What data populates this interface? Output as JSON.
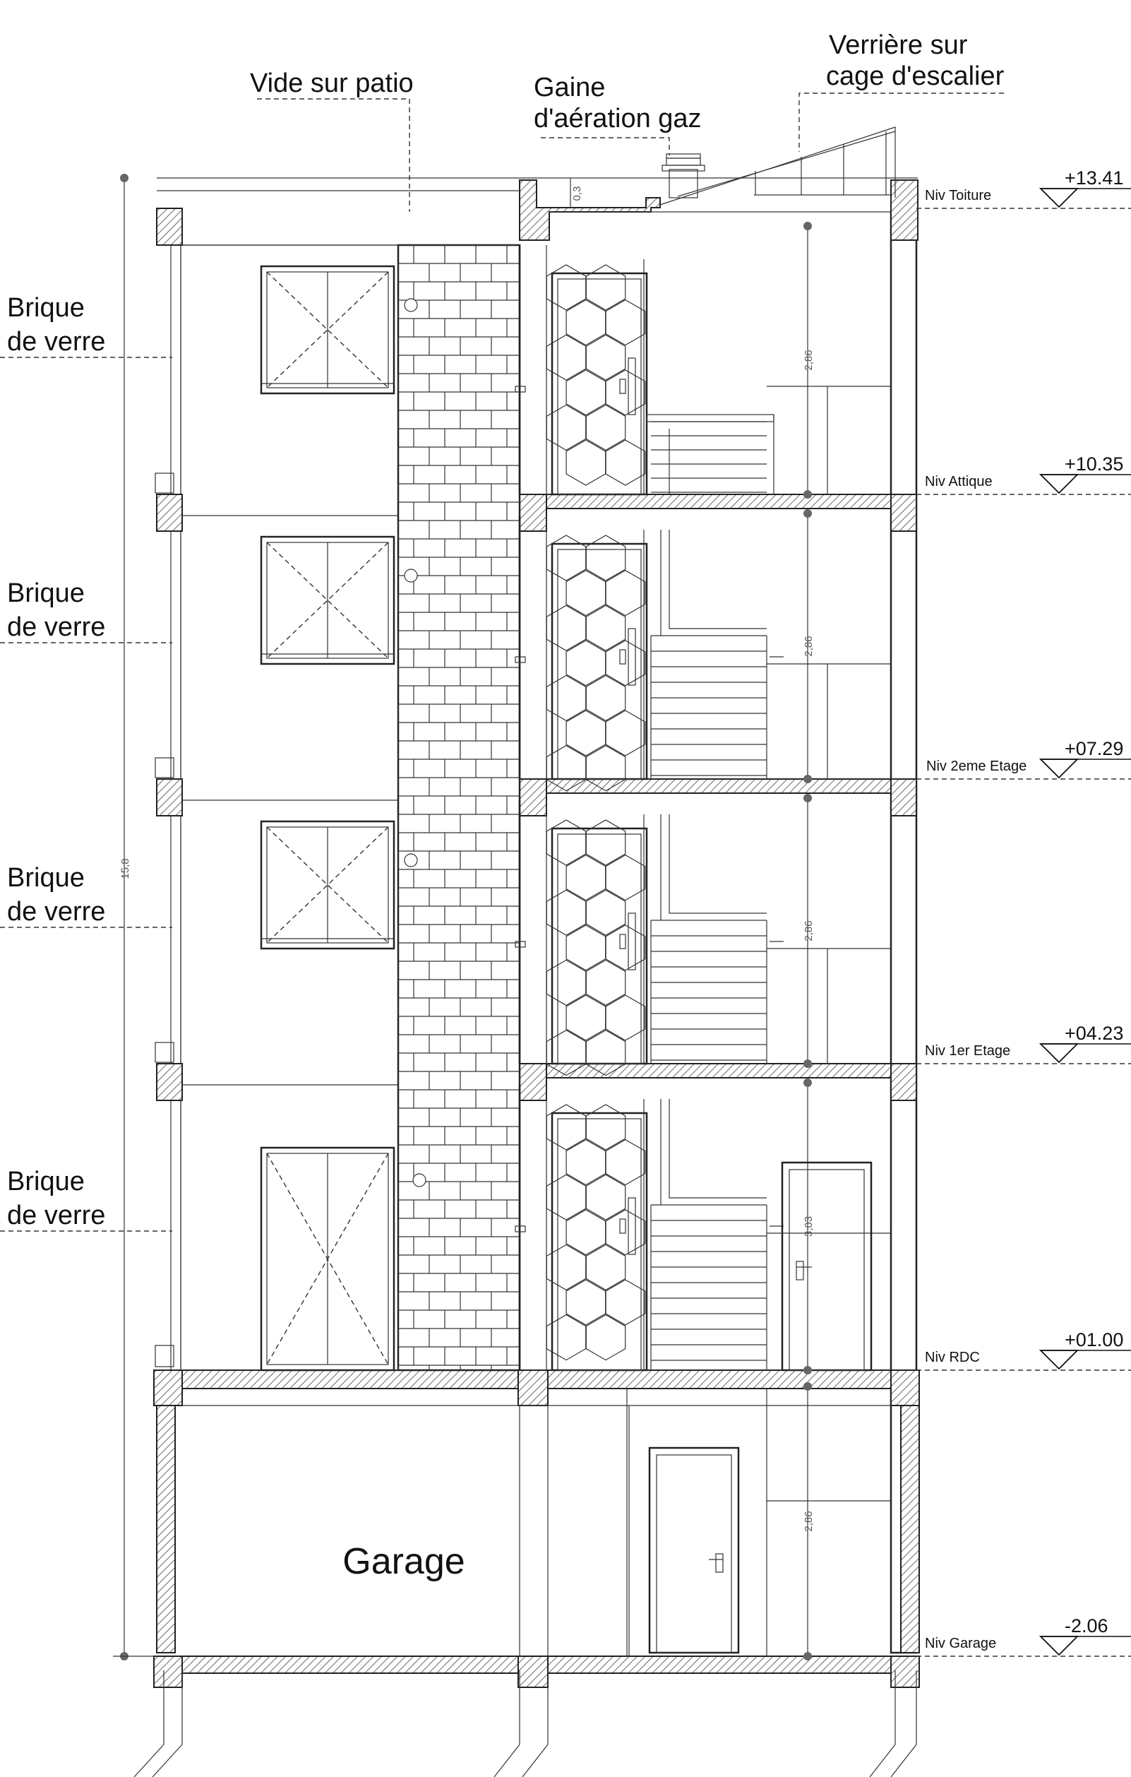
{
  "labels": {
    "vide_patio": "Vide sur patio",
    "gaine_line1": "Gaine",
    "gaine_line2": "d'aération gaz",
    "verriere_line1": "Verrière sur",
    "verriere_line2": "cage d'escalier",
    "garage": "Garage",
    "total_height": "15,8",
    "parapet": "0,3"
  },
  "brique": [
    {
      "line1": "Brique",
      "line2": "de verre"
    },
    {
      "line1": "Brique",
      "line2": "de verre"
    },
    {
      "line1": "Brique",
      "line2": "de verre"
    },
    {
      "line1": "Brique",
      "line2": "de verre"
    }
  ],
  "levels": [
    {
      "name": "Niv Toiture",
      "elevation": "+13.41"
    },
    {
      "name": "Niv Attique",
      "elevation": "+10.35"
    },
    {
      "name": "Niv 2eme Etage",
      "elevation": "+07.29"
    },
    {
      "name": "Niv 1er Etage",
      "elevation": "+04.23"
    },
    {
      "name": "Niv RDC",
      "elevation": "+01.00"
    },
    {
      "name": "Niv Garage",
      "elevation": "-2.06"
    }
  ],
  "floor_heights": [
    "2,86",
    "2,86",
    "2,86",
    "3,03",
    "2,86"
  ]
}
